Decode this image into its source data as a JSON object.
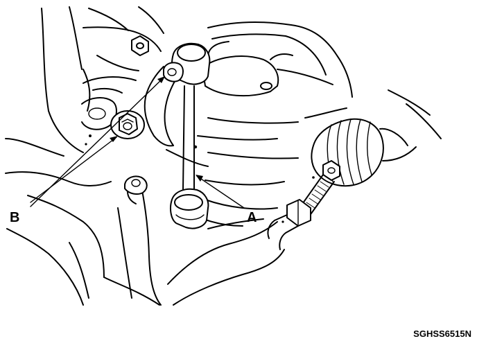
{
  "labels": {
    "a": "A",
    "b": "B"
  },
  "figure_code": "SGHSS6515N"
}
